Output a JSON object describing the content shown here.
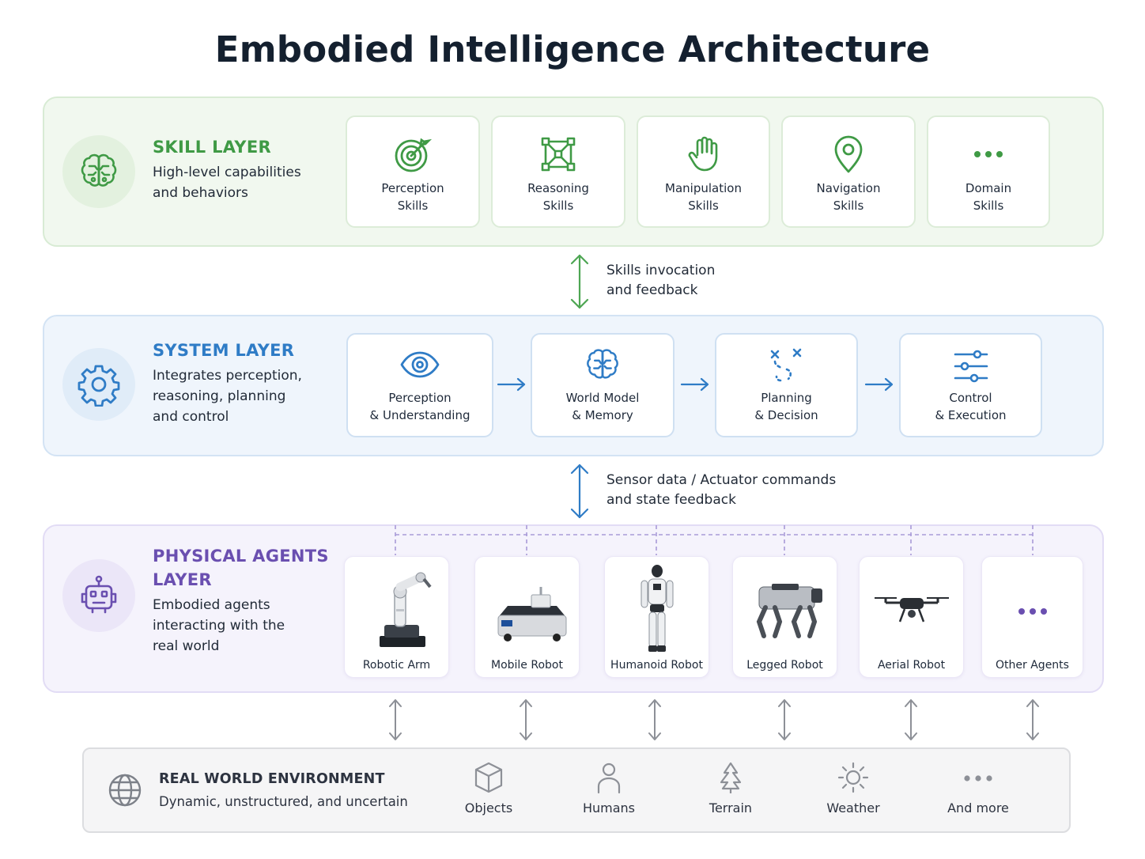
{
  "title": "Embodied Intelligence Architecture",
  "colors": {
    "skill": "#3f9a45",
    "system": "#2f7cc6",
    "agents": "#6a4fb0",
    "environment": "#8a8e96"
  },
  "skill_layer": {
    "title": "SKILL LAYER",
    "desc_line1": "High-level capabilities",
    "desc_line2": "and behaviors",
    "icon": "brain-icon",
    "cards": [
      {
        "line1": "Perception",
        "line2": "Skills",
        "icon": "target-icon"
      },
      {
        "line1": "Reasoning",
        "line2": "Skills",
        "icon": "network-icon"
      },
      {
        "line1": "Manipulation",
        "line2": "Skills",
        "icon": "hand-icon"
      },
      {
        "line1": "Navigation",
        "line2": "Skills",
        "icon": "location-pin-icon"
      },
      {
        "line1": "Domain",
        "line2": "Skills",
        "icon": "more-icon"
      }
    ]
  },
  "connector_1": {
    "line1": "Skills invocation",
    "line2": "and feedback"
  },
  "system_layer": {
    "title": "SYSTEM LAYER",
    "desc_line1": "Integrates perception,",
    "desc_line2": "reasoning, planning",
    "desc_line3": "and control",
    "icon": "gear-icon",
    "cards": [
      {
        "line1": "Perception",
        "line2": "& Understanding",
        "icon": "eye-icon"
      },
      {
        "line1": "World Model",
        "line2": "& Memory",
        "icon": "brain-icon"
      },
      {
        "line1": "Planning",
        "line2": "& Decision",
        "icon": "path-plan-icon"
      },
      {
        "line1": "Control",
        "line2": "& Execution",
        "icon": "sliders-icon"
      }
    ]
  },
  "connector_2": {
    "line1": "Sensor data / Actuator commands",
    "line2": "and state feedback"
  },
  "agents_layer": {
    "title_line1": "PHYSICAL AGENTS",
    "title_line2": "LAYER",
    "desc_line1": "Embodied agents",
    "desc_line2": "interacting with the",
    "desc_line3": "real world",
    "icon": "robot-icon",
    "cards": [
      {
        "label": "Robotic Arm",
        "icon": "robotic-arm-icon"
      },
      {
        "label": "Mobile Robot",
        "icon": "mobile-robot-icon"
      },
      {
        "label": "Humanoid Robot",
        "icon": "humanoid-robot-icon"
      },
      {
        "label": "Legged Robot",
        "icon": "legged-robot-icon"
      },
      {
        "label": "Aerial Robot",
        "icon": "drone-icon"
      },
      {
        "label": "Other Agents",
        "icon": "more-icon"
      }
    ]
  },
  "environment": {
    "title": "REAL WORLD ENVIRONMENT",
    "desc": "Dynamic, unstructured, and uncertain",
    "icon": "globe-icon",
    "items": [
      {
        "label": "Objects",
        "icon": "cube-icon"
      },
      {
        "label": "Humans",
        "icon": "person-icon"
      },
      {
        "label": "Terrain",
        "icon": "tree-icon"
      },
      {
        "label": "Weather",
        "icon": "sun-icon"
      },
      {
        "label": "And more",
        "icon": "more-icon"
      }
    ]
  }
}
